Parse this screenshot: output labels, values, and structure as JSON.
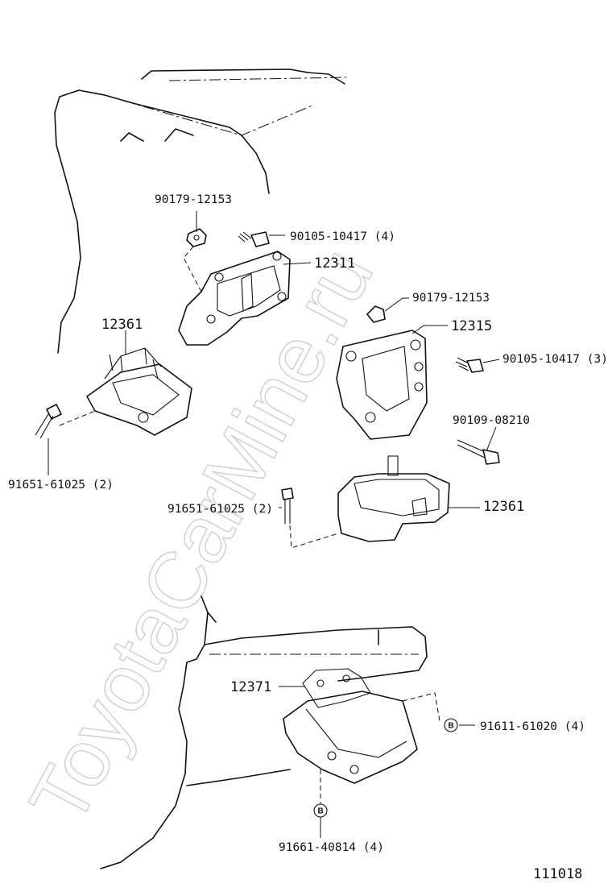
{
  "watermark": "ToyotaCarMine.ru",
  "diagram_id": "111018",
  "parts": {
    "p12311": "12311",
    "p12315": "12315",
    "p12361_left": "12361",
    "p12361_right": "12361",
    "p12371": "12371"
  },
  "fasteners": {
    "f90179_top": "90179-12153",
    "f90105_top": "90105-10417 (4)",
    "f90179_mid": "90179-12153",
    "f90105_mid": "90105-10417 (3)",
    "f90109": "90109-08210",
    "f91651_left": "91651-61025 (2)",
    "f91651_mid": "91651-61025 (2)",
    "f91611": "91611-61020 (4)",
    "f91661": "91661-40814 (4)"
  },
  "markers": {
    "b_right": "B",
    "b_bottom": "B"
  }
}
